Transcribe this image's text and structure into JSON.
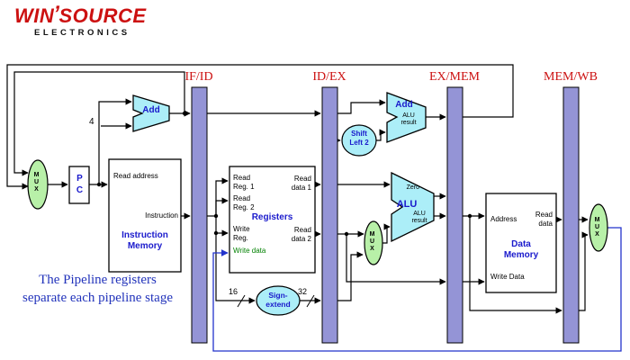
{
  "logo": {
    "win": "WIN",
    "swoosh": "ʼ",
    "source": "SOURCE",
    "electronics": "ELECTRONICS"
  },
  "stage_labels": {
    "if_id": "IF/ID",
    "id_ex": "ID/EX",
    "ex_mem": "EX/MEM",
    "mem_wb": "MEM/WB"
  },
  "caption": {
    "line1": "The Pipeline registers",
    "line2": "separate each pipeline stage"
  },
  "pc": {
    "label": "PC"
  },
  "mux": {
    "label": "MUX"
  },
  "adder": {
    "label": "Add",
    "const": "4"
  },
  "branch_adder": {
    "label": "Add",
    "result_line1": "ALU",
    "result_line2": "result"
  },
  "alu": {
    "zero": "Zero",
    "label": "ALU",
    "result_line1": "ALU",
    "result_line2": "result"
  },
  "shift_left": {
    "line1": "Shift",
    "line2": "Left 2"
  },
  "sign_extend": {
    "line1": "Sign-",
    "line2": "extend",
    "in_width": "16",
    "out_width": "32"
  },
  "instruction_memory": {
    "read_address": "Read address",
    "instruction": "Instruction",
    "title": "Instruction Memory"
  },
  "registers": {
    "read_reg1": "Read Reg. 1",
    "read_reg2": "Read Reg. 2",
    "write_reg": "Write Reg.",
    "write_data": "Write data",
    "read_data1": "Read data 1",
    "read_data2": "Read data 2",
    "title": "Registers"
  },
  "data_memory": {
    "address": "Address",
    "read_data": "Read data",
    "title": "Data Memory",
    "write_data": "Write Data"
  },
  "colors": {
    "stage_label": "#cc1111",
    "pipeline_register": "#9494d6",
    "mux_fill": "#b8f0a8",
    "alu_fill": "#aceef8",
    "component_title": "#1a1acc",
    "write_data_green": "#008000",
    "caption_blue": "#2233bb",
    "logo_red": "#cc1111",
    "writeback_wire": "#2233cc"
  }
}
